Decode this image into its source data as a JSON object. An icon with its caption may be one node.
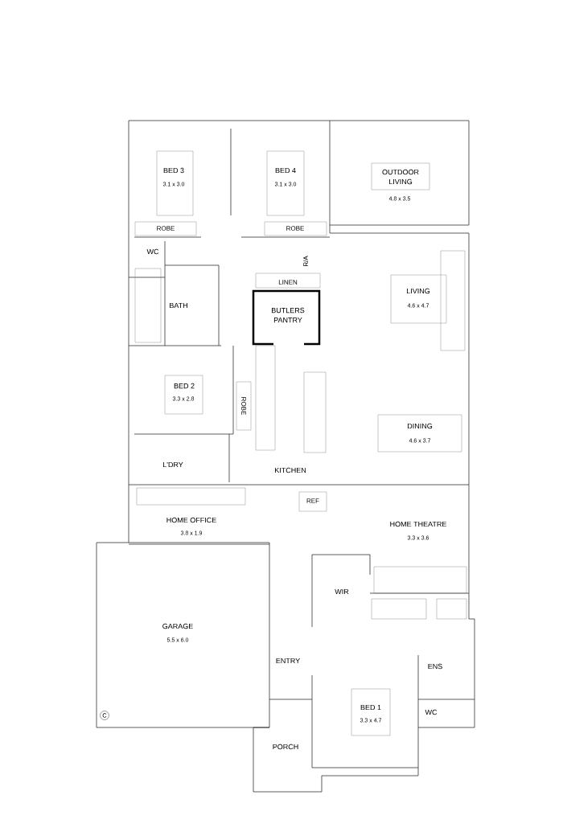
{
  "diagram": {
    "labels": [
      "BED 3",
      "3.1 x 3.0",
      "BED 4",
      "3.1 x 3.0",
      "OUTDOOR LIVING",
      "4.8 x 3.5",
      "ROBE",
      "ROBE",
      "WC",
      "R/A",
      "LINEN",
      "LIVING",
      "4.6 x 4.7",
      "BATH",
      "BUTLERS PANTRY",
      "BED 2",
      "3.3 x 2.8",
      "ROBE",
      "DINING",
      "4.6 x 3.7",
      "L'DRY",
      "KITCHEN",
      "REF",
      "HOME OFFICE",
      "3.8 x 1.9",
      "HOME THEATRE",
      "3.3 x 3.6",
      "WIR",
      "GARAGE",
      "5.5 x 6.0",
      "ENTRY",
      "ENS",
      "BED 1",
      "3.3 x 4.7",
      "WC",
      "C",
      "PORCH"
    ]
  }
}
